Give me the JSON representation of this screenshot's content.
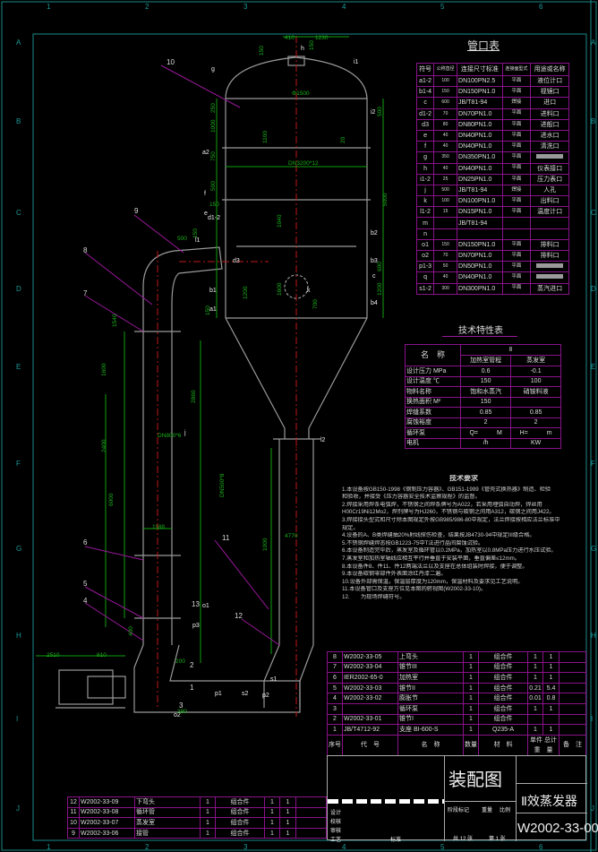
{
  "frame": {
    "rows": [
      "A",
      "B",
      "C",
      "D",
      "E",
      "F",
      "G",
      "H",
      "I",
      "J"
    ],
    "cols": [
      "1",
      "2",
      "3",
      "4",
      "5",
      "6"
    ]
  },
  "drawing": {
    "callouts": [
      "10",
      "9",
      "8",
      "7",
      "6",
      "5",
      "4",
      "3",
      "2",
      "1",
      "11",
      "12",
      "13"
    ],
    "nozzles": [
      "a1",
      "a2",
      "b1",
      "b2",
      "b3",
      "b4",
      "c",
      "d1-2",
      "d3",
      "e",
      "f",
      "g",
      "h",
      "i1",
      "i2",
      "j",
      "k",
      "l2",
      "l1",
      "o1",
      "o2",
      "p1",
      "p2",
      "p3",
      "s1",
      "s2"
    ],
    "dims": [
      "410",
      "1230",
      "150",
      "150",
      "Φ1500",
      "250",
      "1000",
      "750",
      "500",
      "150",
      "1100",
      "20",
      "DN3200*12",
      "1040",
      "1600",
      "700",
      "1200",
      "500",
      "600",
      "5000",
      "1200",
      "150",
      "500",
      "150",
      "1540",
      "1600",
      "2400",
      "6000",
      "DN800*6",
      "1188",
      "2860",
      "DN500*8",
      "4770",
      "1000",
      "200",
      "810",
      "2510",
      "380",
      "400"
    ]
  },
  "nozzle_table": {
    "title": "管口表",
    "headers": [
      "符号",
      "公称直径",
      "连接尺寸标准",
      "连接面型式",
      "用途或名称"
    ],
    "rows": [
      {
        "sym": "a1-2",
        "dn": "100",
        "std": "DN100PN2.5",
        "face": "平面",
        "use": "液位计口"
      },
      {
        "sym": "b1-4",
        "dn": "150",
        "std": "DN150PN1.0",
        "face": "平面",
        "use": "视镜口"
      },
      {
        "sym": "c",
        "dn": "600",
        "std": "JB/T81-94",
        "face": "焊接",
        "use": "进口"
      },
      {
        "sym": "d1-2",
        "dn": "70",
        "std": "DN70PN1.0",
        "face": "平面",
        "use": "进料口"
      },
      {
        "sym": "d3",
        "dn": "80",
        "std": "DN80PN1.0",
        "face": "平面",
        "use": "进般口"
      },
      {
        "sym": "e",
        "dn": "40",
        "std": "DN40PN1.0",
        "face": "平面",
        "use": "进水口"
      },
      {
        "sym": "f",
        "dn": "40",
        "std": "DN40PN1.0",
        "face": "平面",
        "use": "清洗口"
      },
      {
        "sym": "g",
        "dn": "350",
        "std": "DN350PN1.0",
        "face": "平面",
        "use": ""
      },
      {
        "sym": "h",
        "dn": "40",
        "std": "DN40PN1.0",
        "face": "平面",
        "use": "仪表接口"
      },
      {
        "sym": "i1-2",
        "dn": "25",
        "std": "DN25PN1.0",
        "face": "平面",
        "use": "压力表口"
      },
      {
        "sym": "j",
        "dn": "500",
        "std": "JB/T81-94",
        "face": "焊接",
        "use": "人孔"
      },
      {
        "sym": "k",
        "dn": "100",
        "std": "DN100PN1.0",
        "face": "平面",
        "use": "出料口"
      },
      {
        "sym": "l1-2",
        "dn": "15",
        "std": "DN15PN1.0",
        "face": "平面",
        "use": "温度计口"
      },
      {
        "sym": "m",
        "dn": "",
        "std": "JB/T81-94",
        "face": "",
        "use": ""
      },
      {
        "sym": "n",
        "dn": "",
        "std": "",
        "face": "",
        "use": ""
      },
      {
        "sym": "o1",
        "dn": "150",
        "std": "DN150PN1.0",
        "face": "平面",
        "use": "排料口"
      },
      {
        "sym": "o2",
        "dn": "70",
        "std": "DN70PN1.0",
        "face": "平面",
        "use": "排料口"
      },
      {
        "sym": "p1-3",
        "dn": "50",
        "std": "DN50PN1.0",
        "face": "平面",
        "use": ""
      },
      {
        "sym": "q",
        "dn": "40",
        "std": "DN40PN1.0",
        "face": "平面",
        "use": ""
      },
      {
        "sym": "s1-2",
        "dn": "300",
        "std": "DN300PN1.0",
        "face": "平面",
        "use": "蒸汽进口"
      }
    ]
  },
  "tech_table": {
    "title": "技术特性表",
    "name_header": "名　称",
    "group_header": "Ⅱ",
    "col1": "加热室管程",
    "col2": "蒸发室",
    "rows": [
      {
        "name": "设计压力 MPa",
        "v1": "0.6",
        "v2": "-0.1"
      },
      {
        "name": "设计温度 ℃",
        "v1": "150",
        "v2": "100"
      },
      {
        "name": "物料名称",
        "v1": "饱和水蒸汽",
        "v2": "硝铵料液"
      },
      {
        "name": "换热面积 M²",
        "v1": "150",
        "v2": ""
      },
      {
        "name": "焊缝系数",
        "v1": "0.85",
        "v2": "0.85"
      },
      {
        "name": "腐蚀裕度",
        "v1": "2",
        "v2": "2"
      },
      {
        "name": "循环泵",
        "v1": "Q=　　　M",
        "v2": "H=　　　m"
      },
      {
        "name": "电机",
        "v1": "/h",
        "v2": "KW"
      }
    ]
  },
  "requirements": {
    "title": "技术要求",
    "lines": [
      "1.本设备按GB150-1998《钢制压力容器》、GB151-1999《管壳式换热器》制造、检验",
      "  和验收，并接受《压力容器安全技术监察规程》的监督。",
      "2.焊接采用焊条电弧焊，不锈钢之间焊条牌号为A022，若采用埋弧自动焊，焊丝用",
      "  H00Cr19Ni12Mo2，焊剂牌号为HJ260，不锈钢与碳钢之间用A312，碳钢之间用J422。",
      "3.焊接接头型式和尺寸除本图规定外按GB985/986-80中规定，法兰焊接按相应法兰标准中",
      "  规定。",
      "4.设备的A、B类焊缝抽20%射线探伤检查，结果按JB4730-94中规定III级合格。",
      "5.不锈钢焊缝焊态按GB1223-75中T法进行晶间腐蚀试验。",
      "6.本设备制造完毕后，蒸发室及循环管以0.2MPa，加热室以0.8MPa压力进行水压试验。",
      "7.蒸发室和加热室轴线应相互平行并垂直于安装平面，垂直偏差≤12mm。",
      "8.本设备件8、件11、件12两端法兰以及支座在总体组装时焊接，便于调整。",
      "9.本设备碳钢零部件外表面涂红丹漆二遍。",
      "10.设备外部需保温，保温层厚度为120mm，保温材料及要求见工艺说明。",
      "11.本设备管口及支座方位见本图的俯视图(W2002-33-10)。",
      "12.　　为现场焊缝符号。"
    ]
  },
  "parts_list": {
    "rows": [
      {
        "no": "8",
        "code": "W2002-33-05",
        "name": "上弯头",
        "qty": "1",
        "mat": "组合件",
        "unit": "1",
        "total": "1"
      },
      {
        "no": "7",
        "code": "W2002-33-04",
        "name": "锥节III",
        "qty": "1",
        "mat": "组合件",
        "unit": "1",
        "total": "1"
      },
      {
        "no": "6",
        "code": "IER2002-65-0",
        "name": "加热室",
        "qty": "1",
        "mat": "组合件",
        "unit": "1",
        "total": "1"
      },
      {
        "no": "5",
        "code": "W2002-33-03",
        "name": "锥节II",
        "qty": "1",
        "mat": "组合件",
        "unit": "0.21",
        "total": "5.4"
      },
      {
        "no": "4",
        "code": "W2002-33-02",
        "name": "膨胀节",
        "qty": "1",
        "mat": "组合件",
        "unit": "0.01",
        "total": "0.8"
      },
      {
        "no": "3",
        "code": "",
        "name": "循环泵",
        "qty": "1",
        "mat": "组合件",
        "unit": "1",
        "total": "1"
      },
      {
        "no": "2",
        "code": "W2002-33-01",
        "name": "锥节I",
        "qty": "1",
        "mat": "组合件",
        "unit": "",
        "total": ""
      },
      {
        "no": "1",
        "code": "JB/T4712-92",
        "name": "支座 BI-600-S",
        "qty": "1",
        "mat": "Q235-A",
        "unit": "1",
        "total": "1"
      }
    ],
    "header": {
      "no": "序号",
      "code": "代　号",
      "name": "名　称",
      "qty": "数量",
      "mat": "材　料",
      "unit": "单件",
      "total": "总计",
      "weight": "重　量",
      "remark": "备　注"
    }
  },
  "parts_list_lower": {
    "rows": [
      {
        "no": "12",
        "code": "W2002-33-09",
        "name": "下弯头",
        "qty": "1",
        "mat": "组合件",
        "unit": "1",
        "total": "1"
      },
      {
        "no": "11",
        "code": "W2002-33-08",
        "name": "循环管",
        "qty": "1",
        "mat": "组合件",
        "unit": "1",
        "total": "1"
      },
      {
        "no": "10",
        "code": "W2002-33-07",
        "name": "蒸发室",
        "qty": "1",
        "mat": "组合件",
        "unit": "1",
        "total": "1"
      },
      {
        "no": "9",
        "code": "W2002-33-06",
        "name": "接管",
        "qty": "1",
        "mat": "组合件",
        "unit": "1",
        "total": "1"
      }
    ]
  },
  "title_block": {
    "drawing_type": "装配图",
    "equipment": "Ⅱ效蒸发器",
    "drawing_no": "W2002-33-00",
    "design": "设计",
    "check": "校核",
    "review": "审核",
    "process": "工艺",
    "standard": "标准",
    "stage": "阶段标记",
    "weight": "重量",
    "scale": "比例",
    "sheets": "共 12 张",
    "sheet": "第 1 张"
  }
}
